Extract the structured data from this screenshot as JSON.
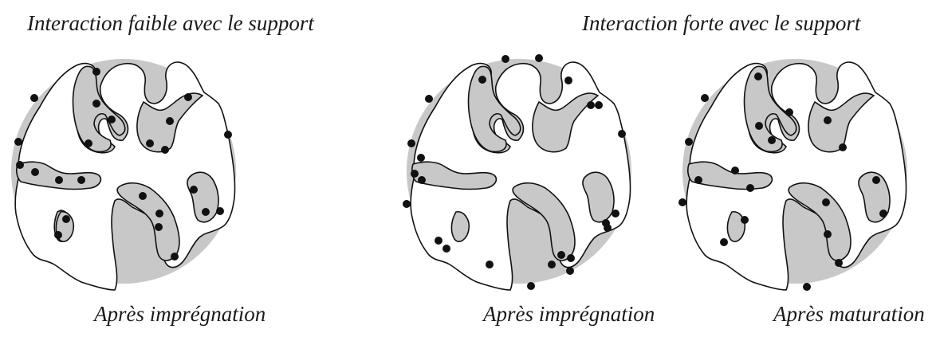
{
  "headers": {
    "weak": "Interaction faible avec le support",
    "strong": "Interaction forte avec le support"
  },
  "captions": {
    "panel_1": "Après imprégnation",
    "panel_2": "Après imprégnation",
    "panel_3": "Après maturation"
  },
  "colors": {
    "support": "#c8c8c8",
    "pore": "#ffffff",
    "outline": "#111111",
    "precursor_dot": "#111111"
  }
}
